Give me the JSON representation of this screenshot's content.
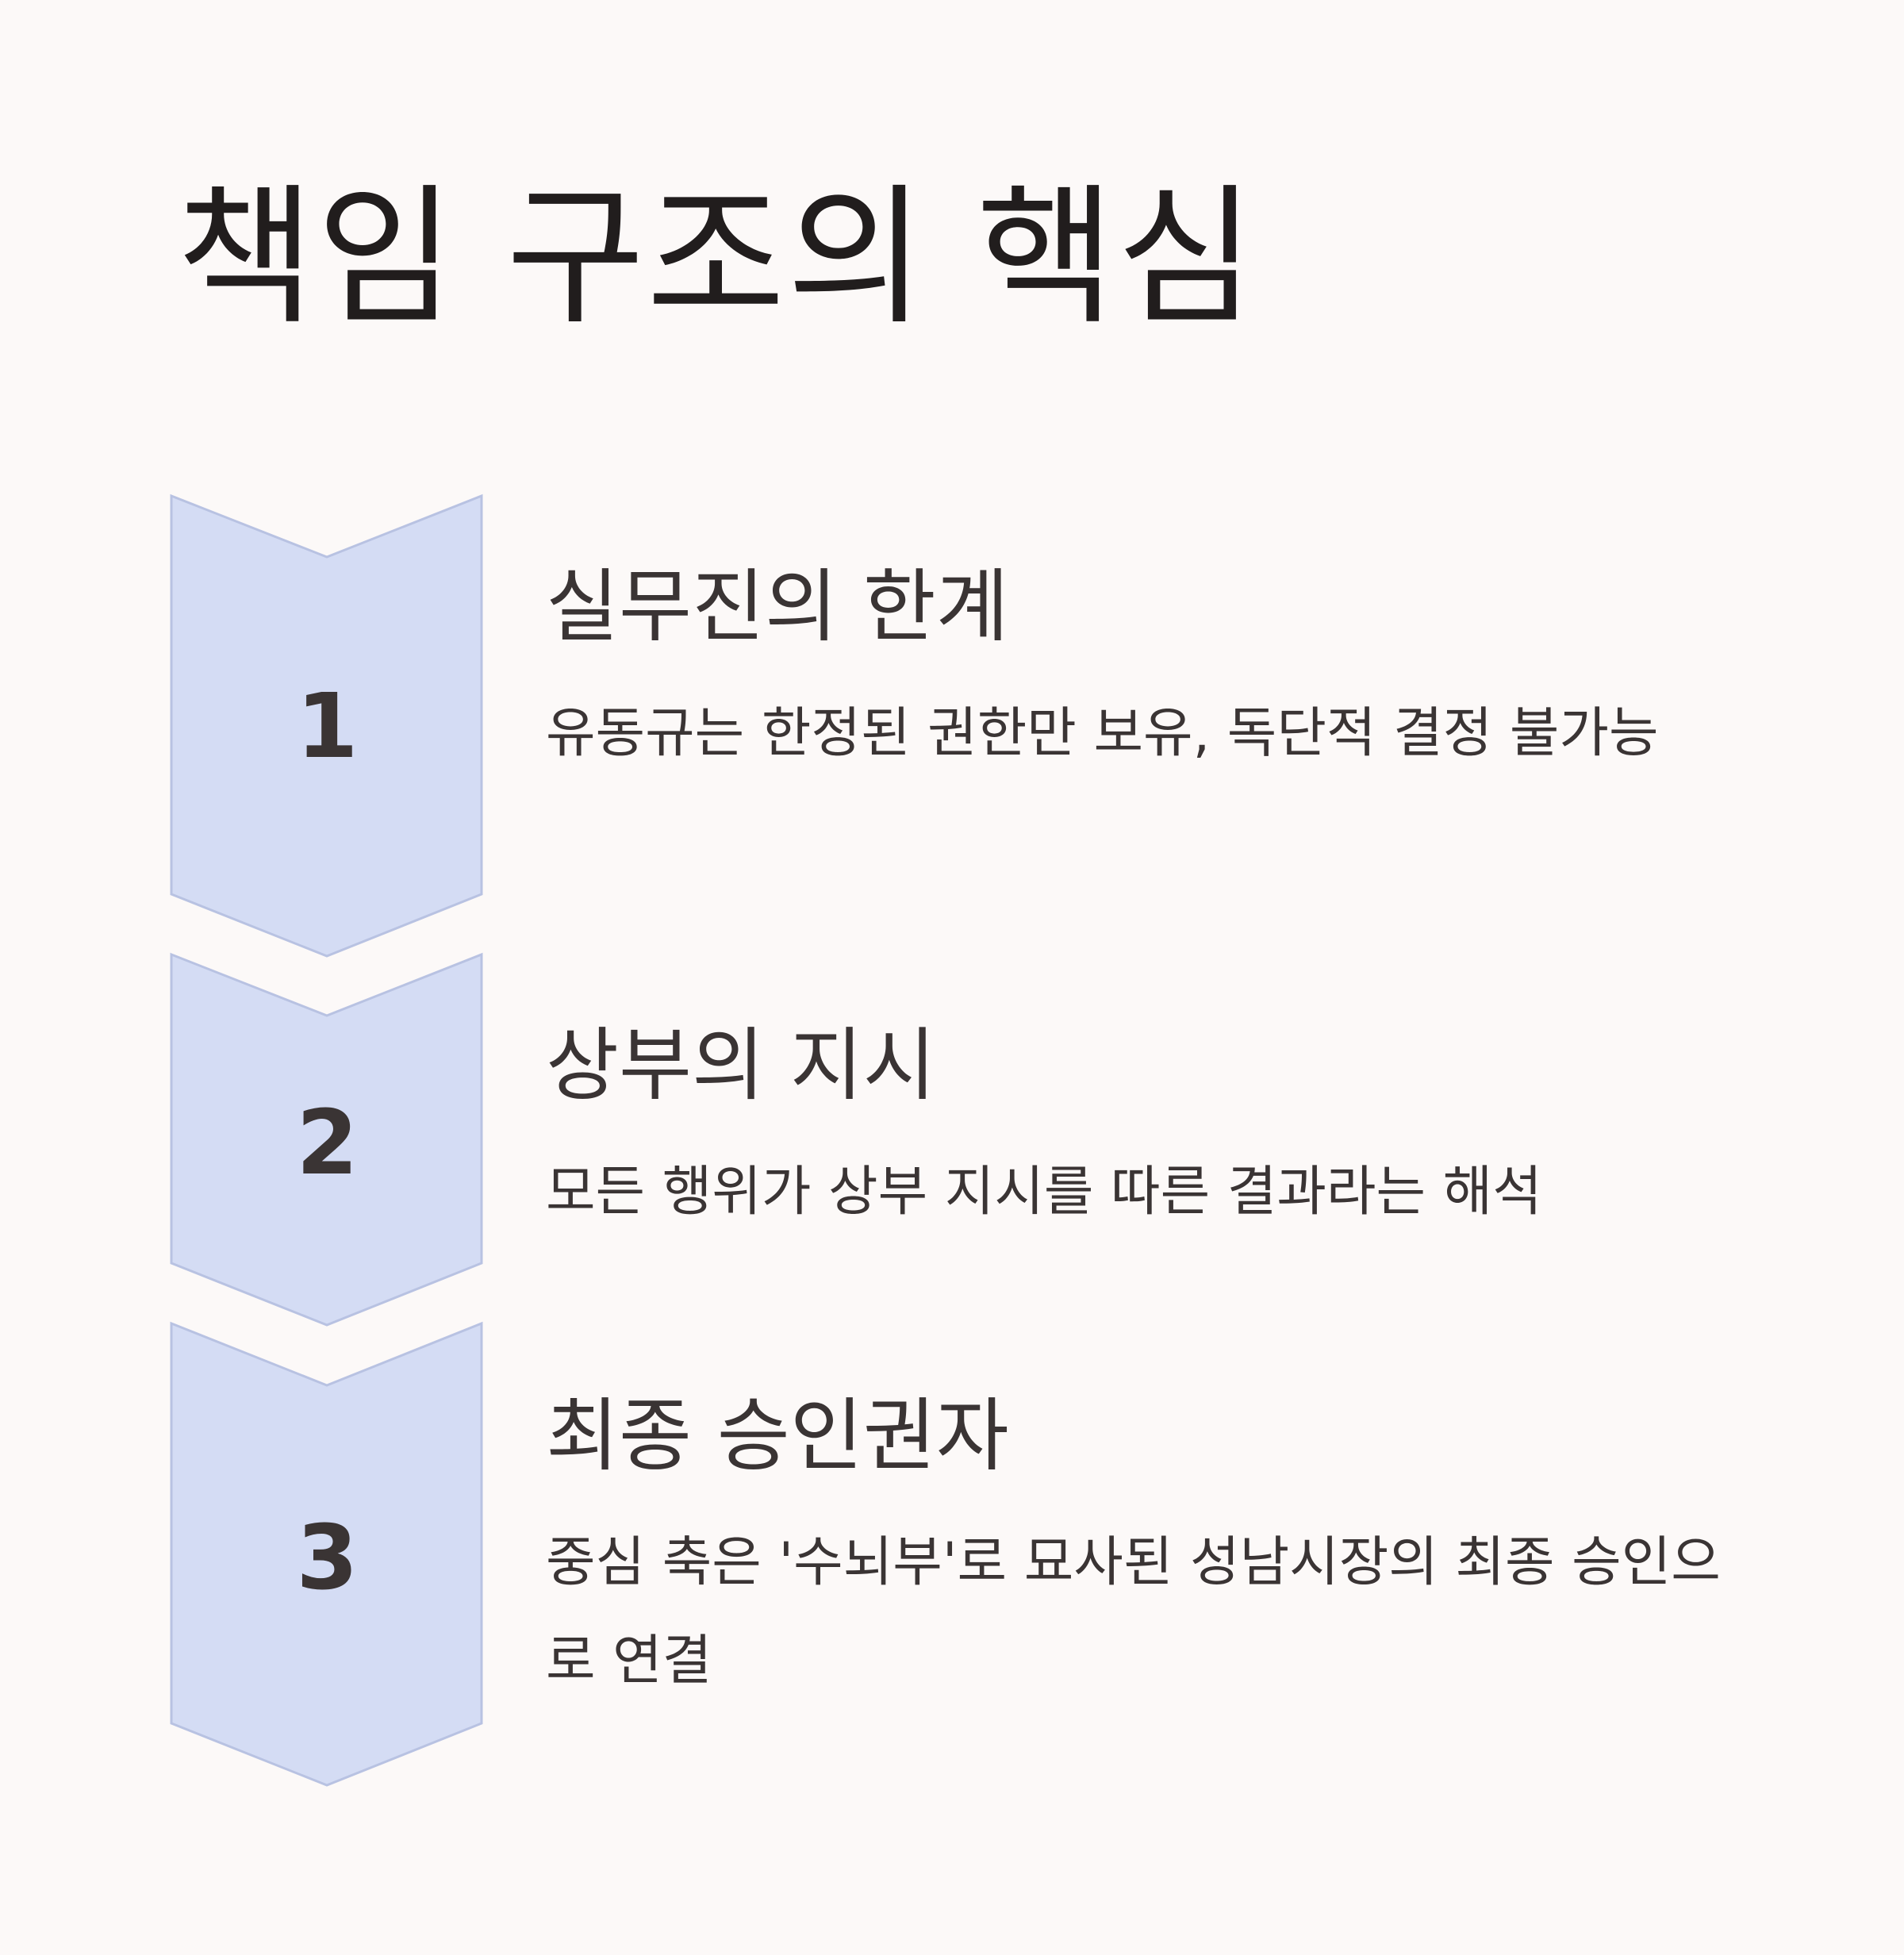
{
  "title": "책임 구조의 핵심",
  "colors": {
    "background": "#fcf9f8",
    "chevron_fill": "#d4dcf4",
    "chevron_stroke": "#b8c2e2",
    "text": "#3a3434",
    "title": "#211d1d"
  },
  "steps": [
    {
      "number": "1",
      "heading": "실무진의 한계",
      "description": "유동규는 한정된 권한만 보유, 독단적 결정 불가능"
    },
    {
      "number": "2",
      "heading": "상부의 지시",
      "description": "모든 행위가 상부 지시를 따른 결과라는 해석"
    },
    {
      "number": "3",
      "heading": "최종 승인권자",
      "description": "중심 축은 '수뇌부'로 묘사된 성남시장의 최종 승인으로 연결"
    }
  ]
}
